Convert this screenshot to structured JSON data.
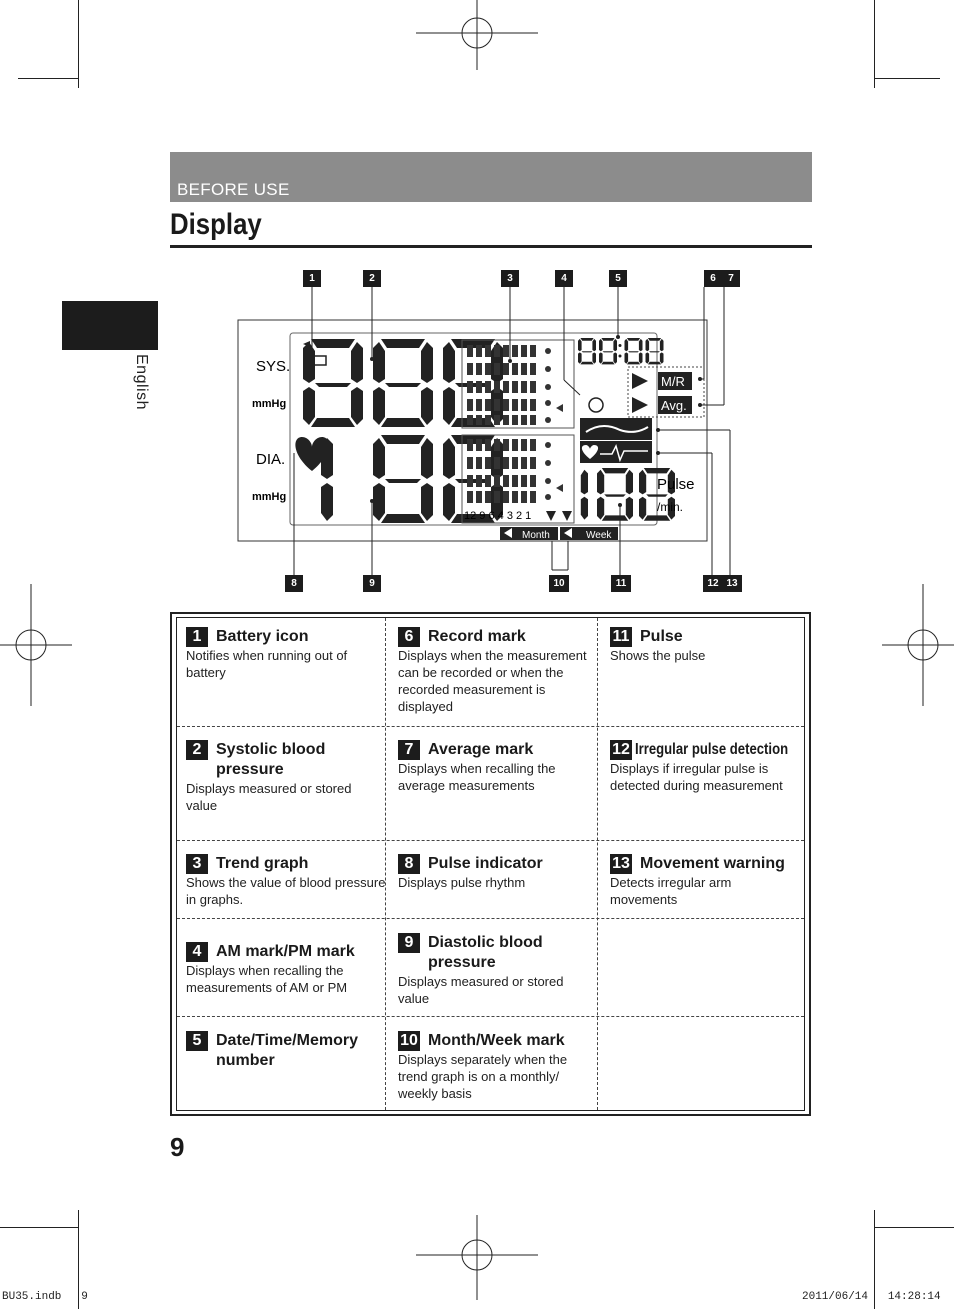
{
  "header": {
    "section": "BEFORE USE",
    "title": "Display"
  },
  "sidebar": {
    "language": "English"
  },
  "diagram": {
    "callouts_top": [
      "1",
      "2",
      "3",
      "4",
      "5",
      "6",
      "7"
    ],
    "callouts_bottom": [
      "8",
      "9",
      "10",
      "11",
      "12",
      "13"
    ],
    "labels": {
      "sys": "SYS.",
      "dia": "DIA.",
      "mmhg": "mmHg",
      "pulse": "Pulse",
      "per_min": "/min.",
      "mr": "M/R",
      "avg": "Avg.",
      "month": "Month",
      "week": "Week",
      "trend_axis": "12 9 6 4 3 2 1",
      "sys_digits": "888",
      "dia_digits": "188",
      "pulse_digits": "188",
      "time_digits": "88:88"
    }
  },
  "items": [
    {
      "num": "1",
      "title": "Battery icon",
      "desc": "Notifies when running out of battery"
    },
    {
      "num": "2",
      "title": "Systolic blood pressure",
      "desc": "Displays measured or stored value"
    },
    {
      "num": "3",
      "title": "Trend graph",
      "desc": "Shows the value of blood pressure in graphs."
    },
    {
      "num": "4",
      "title": "AM mark/PM mark",
      "desc": "Displays when recalling the measurements of AM or PM"
    },
    {
      "num": "5",
      "title": "Date/Time/Memory number",
      "desc": ""
    },
    {
      "num": "6",
      "title": "Record mark",
      "desc": "Displays when the measurement can be recorded or when the recorded measurement is displayed"
    },
    {
      "num": "7",
      "title": "Average mark",
      "desc": "Displays when recalling the average measurements"
    },
    {
      "num": "8",
      "title": "Pulse indicator",
      "desc": "Displays pulse rhythm"
    },
    {
      "num": "9",
      "title": "Diastolic blood pressure",
      "desc": "Displays measured or stored value"
    },
    {
      "num": "10",
      "title": "Month/Week mark",
      "desc": "Displays separately when the trend graph is on a  monthly/ weekly basis"
    },
    {
      "num": "11",
      "title": "Pulse",
      "desc": "Shows the pulse"
    },
    {
      "num": "12",
      "title": "Irregular pulse detection",
      "desc": "Displays if irregular pulse is detected during measurement"
    },
    {
      "num": "13",
      "title": "Movement warning",
      "desc": "Detects irregular arm movements"
    }
  ],
  "page_number": "9",
  "footer": {
    "file": "BU35.indb   9",
    "timestamp": "2011/06/14   14:28:14"
  }
}
